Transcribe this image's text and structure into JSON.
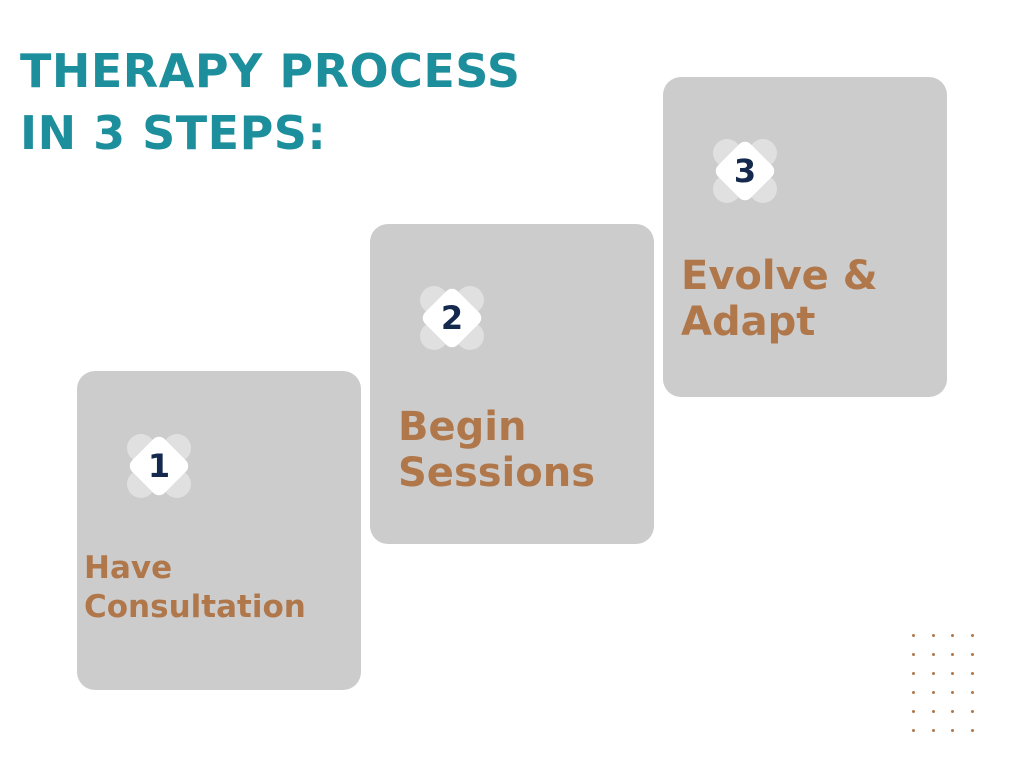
{
  "title": {
    "line1": "THERAPY PROCESS",
    "line2": "IN 3 STEPS:"
  },
  "steps": [
    {
      "number": "1",
      "label_line1": "Have",
      "label_line2": "Consultation"
    },
    {
      "number": "2",
      "label_line1": "Begin",
      "label_line2": "Sessions"
    },
    {
      "number": "3",
      "label_line1": "Evolve &",
      "label_line2": "Adapt"
    }
  ],
  "colors": {
    "title": "#1c8e9c",
    "card": "#cccccc",
    "label": "#b0774a",
    "number": "#14294d",
    "dots": "#b0774a"
  }
}
